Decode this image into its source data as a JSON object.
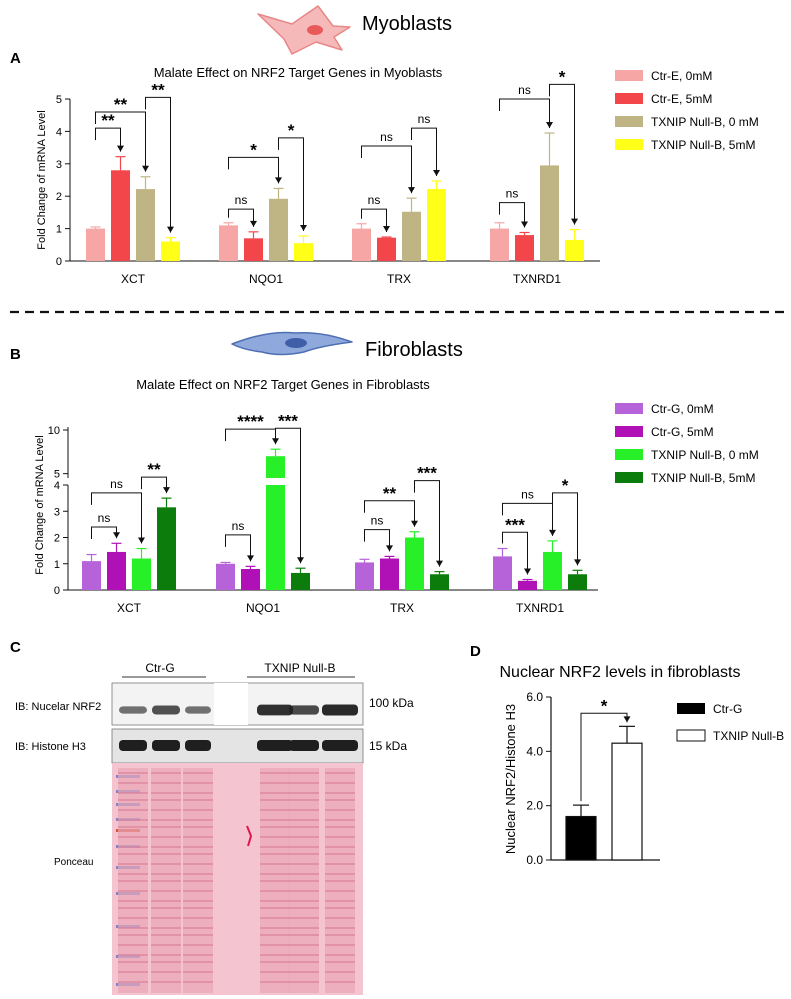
{
  "colors": {
    "ctr_e_0": "#f7a6a6",
    "ctr_e_5": "#f2464b",
    "txnip_0_a": "#bfb584",
    "txnip_5_a": "#ffff17",
    "ctr_g_0": "#b662d8",
    "ctr_g_5": "#b011b6",
    "txnip_0_b": "#28f028",
    "txnip_5_b": "#0c7d0c",
    "cell_a_fill": "#f6b9b9",
    "cell_a_edge": "#e78787",
    "cell_b_fill": "#8fa9dc",
    "cell_b_edge": "#4e6fb4",
    "ponceau": "#f2bccb",
    "blot_band": "#1f1f1f"
  },
  "icons": {
    "panel_a": "myoblast-cell-icon",
    "panel_b": "fibroblast-cell-icon"
  },
  "chart_data": [
    {
      "panel": "A",
      "type": "bar",
      "header": "Myoblasts",
      "title": "Malate Effect on NRF2 Target Genes in Myoblasts",
      "xlabel": "",
      "ylabel": "Fold Change of mRNA Level",
      "ylim": [
        0,
        5
      ],
      "yticks": [
        "0",
        "1",
        "2",
        "3",
        "4",
        "5"
      ],
      "categories": [
        "XCT",
        "NQO1",
        "TRX",
        "TXNRD1"
      ],
      "legend_position": "right",
      "series": [
        {
          "name": "Ctr-E, 0mM",
          "color": "#f7a6a6",
          "values": [
            1.0,
            1.1,
            1.0,
            1.0
          ],
          "err": [
            0.05,
            0.08,
            0.15,
            0.18
          ]
        },
        {
          "name": "Ctr-E, 5mM",
          "color": "#f2464b",
          "values": [
            2.8,
            0.7,
            0.72,
            0.8
          ],
          "err": [
            0.42,
            0.2,
            0.02,
            0.08
          ]
        },
        {
          "name": "TXNIP Null-B, 0 mM",
          "color": "#bfb584",
          "values": [
            2.22,
            1.92,
            1.52,
            2.95
          ],
          "err": [
            0.38,
            0.32,
            0.42,
            1.0
          ]
        },
        {
          "name": "TXNIP Null-B, 5mM",
          "color": "#ffff17",
          "values": [
            0.6,
            0.55,
            2.22,
            0.65
          ],
          "err": [
            0.12,
            0.22,
            0.25,
            0.32
          ]
        }
      ],
      "annotations": [
        {
          "cat": 0,
          "from": 0,
          "to": 1,
          "label": "**",
          "y": 4.1
        },
        {
          "cat": 0,
          "from": 0,
          "to": 2,
          "label": "**",
          "y": 4.6
        },
        {
          "cat": 0,
          "from": 2,
          "to": 3,
          "label": "**",
          "y": 5.05
        },
        {
          "cat": 1,
          "from": 0,
          "to": 1,
          "label": "ns",
          "y": 1.6
        },
        {
          "cat": 1,
          "from": 0,
          "to": 2,
          "label": "*",
          "y": 3.2
        },
        {
          "cat": 1,
          "from": 2,
          "to": 3,
          "label": "*",
          "y": 3.8
        },
        {
          "cat": 2,
          "from": 0,
          "to": 1,
          "label": "ns",
          "y": 1.6
        },
        {
          "cat": 2,
          "from": 0,
          "to": 2,
          "label": "ns",
          "y": 3.55
        },
        {
          "cat": 2,
          "from": 2,
          "to": 3,
          "label": "ns",
          "y": 4.1
        },
        {
          "cat": 3,
          "from": 0,
          "to": 1,
          "label": "ns",
          "y": 1.8
        },
        {
          "cat": 3,
          "from": 0,
          "to": 2,
          "label": "ns",
          "y": 5.0
        },
        {
          "cat": 3,
          "from": 2,
          "to": 3,
          "label": "*",
          "y": 5.45
        }
      ]
    },
    {
      "panel": "B",
      "type": "bar",
      "header": "Fibroblasts",
      "title": "Malate Effect on NRF2 Target Genes in Fibroblasts",
      "xlabel": "",
      "ylabel": "Fold Change of mRNA Level",
      "axis_break": {
        "lower": [
          0,
          4
        ],
        "upper": [
          4.5,
          10
        ]
      },
      "yticks": [
        "0",
        "1",
        "2",
        "3",
        "4",
        "5",
        "10"
      ],
      "categories": [
        "XCT",
        "NQO1",
        "TRX",
        "TXNRD1"
      ],
      "legend_position": "right",
      "series": [
        {
          "name": "Ctr-G, 0mM",
          "color": "#b662d8",
          "values": [
            1.1,
            1.0,
            1.05,
            1.28
          ],
          "err": [
            0.25,
            0.05,
            0.12,
            0.3
          ]
        },
        {
          "name": "Ctr-G, 5mM",
          "color": "#b011b6",
          "values": [
            1.45,
            0.8,
            1.2,
            0.35
          ],
          "err": [
            0.33,
            0.1,
            0.08,
            0.05
          ]
        },
        {
          "name": "TXNIP Null-B, 0 mM",
          "color": "#28f028",
          "values": [
            1.2,
            7.0,
            2.0,
            1.45
          ],
          "err": [
            0.38,
            0.8,
            0.22,
            0.42
          ]
        },
        {
          "name": "TXNIP Null-B, 5mM",
          "color": "#0c7d0c",
          "values": [
            3.15,
            0.65,
            0.6,
            0.6
          ],
          "err": [
            0.35,
            0.18,
            0.1,
            0.15
          ]
        }
      ],
      "annotations": [
        {
          "cat": 0,
          "from": 0,
          "to": 1,
          "label": "ns",
          "y": 2.4
        },
        {
          "cat": 0,
          "from": 0,
          "to": 2,
          "label": "ns",
          "y": 3.7
        },
        {
          "cat": 0,
          "from": 2,
          "to": 3,
          "label": "**",
          "y": 4.6
        },
        {
          "cat": 1,
          "from": 0,
          "to": 1,
          "label": "ns",
          "y": 2.1
        },
        {
          "cat": 1,
          "from": 0,
          "to": 2,
          "label": "****",
          "y": 10.1
        },
        {
          "cat": 1,
          "from": 2,
          "to": 3,
          "label": "***",
          "y": 10.2
        },
        {
          "cat": 2,
          "from": 0,
          "to": 1,
          "label": "ns",
          "y": 2.3
        },
        {
          "cat": 2,
          "from": 0,
          "to": 2,
          "label": "**",
          "y": 3.4
        },
        {
          "cat": 2,
          "from": 2,
          "to": 3,
          "label": "***",
          "y": 4.2
        },
        {
          "cat": 3,
          "from": 0,
          "to": 1,
          "label": "***",
          "y": 2.2
        },
        {
          "cat": 3,
          "from": 0,
          "to": 2,
          "label": "ns",
          "y": 3.3
        },
        {
          "cat": 3,
          "from": 2,
          "to": 3,
          "label": "*",
          "y": 3.7
        }
      ]
    },
    {
      "panel": "D",
      "type": "bar",
      "title": "Nuclear NRF2 levels in fibroblasts",
      "xlabel": "",
      "ylabel": "Nuclear NRF2/Histone H3",
      "ylim": [
        0,
        6
      ],
      "yticks": [
        "0.0",
        "2.0",
        "4.0",
        "6.0"
      ],
      "legend_position": "right",
      "series": [
        {
          "name": "Ctr-G",
          "color": "#000000",
          "value": 1.6,
          "err": 0.42
        },
        {
          "name": "TXNIP Null-B",
          "color": "#ffffff",
          "value": 4.3,
          "err": 0.62
        }
      ],
      "annotations": [
        {
          "from": 0,
          "to": 1,
          "label": "*",
          "y": 5.4
        }
      ]
    }
  ],
  "panel_c": {
    "label": "C",
    "group_labels": [
      "Ctr-G",
      "TXNIP Null-B"
    ],
    "row_labels": [
      "IB: Nucelar NRF2",
      "IB: Histone H3",
      "Ponceau"
    ],
    "size_labels": [
      "100 kDa",
      "15 kDa"
    ],
    "nrf2_band_levels": [
      0.45,
      0.7,
      0.45,
      0.95,
      0.75,
      1.0
    ]
  }
}
